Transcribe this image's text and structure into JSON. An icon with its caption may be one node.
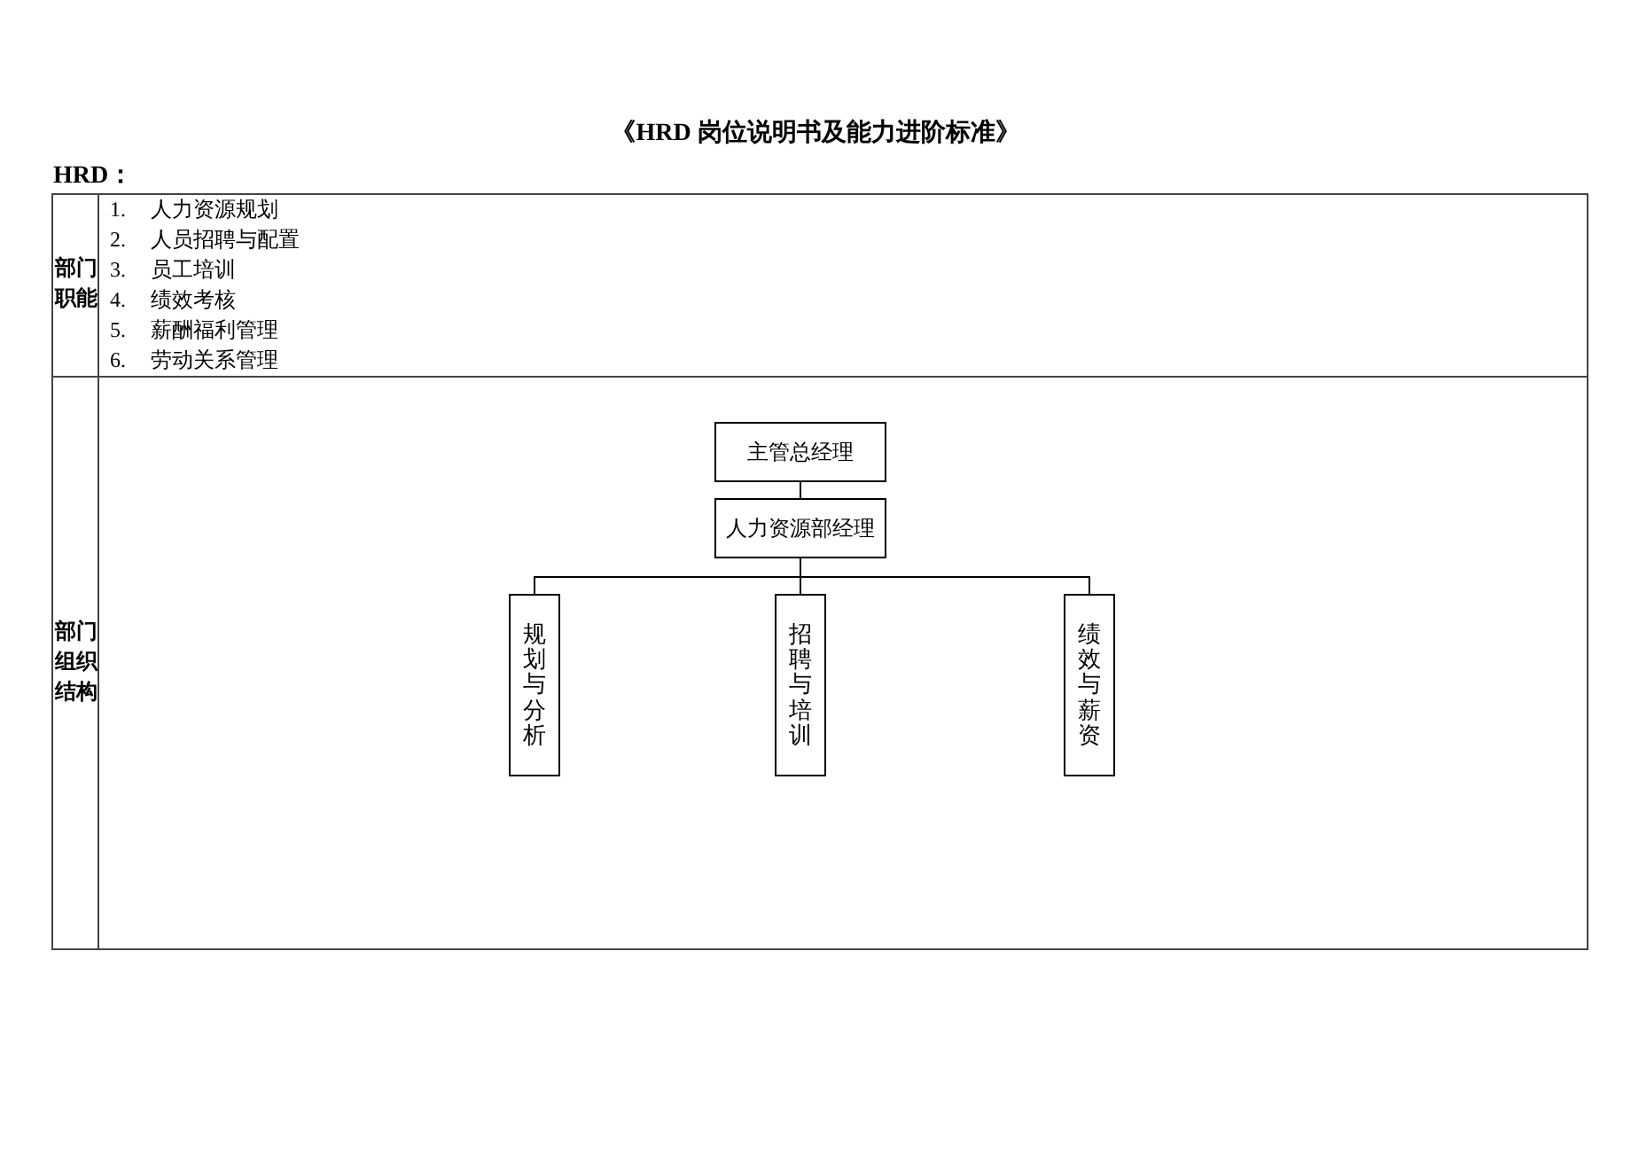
{
  "diagram": {
    "title": "《HRD 岗位说明书及能力进阶标准》",
    "nodes": [
      {
        "text": [
          "主管总经理"
        ]
      },
      {
        "text": [
          "人力资源部经理"
        ]
      },
      {
        "text": [
          "规划与分析"
        ]
      },
      {
        "text": [
          "招聘与培训"
        ]
      },
      {
        "text": [
          "绩效与薪资"
        ]
      }
    ],
    "edges": [
      {
        "from": 0,
        "to": 1,
        "arrow": "none"
      },
      {
        "from": 1,
        "to": 2,
        "arrow": "none"
      },
      {
        "from": 1,
        "to": 3,
        "arrow": "none"
      },
      {
        "from": 1,
        "to": 4,
        "arrow": "none"
      }
    ],
    "labels": [
      "HRD：",
      "部门职能",
      "1.",
      "人力资源规划",
      "2.",
      "人员招聘与配置",
      "3.",
      "员工培训",
      "4.",
      "绩效考核",
      "5.",
      "薪酬福利管理",
      "6.",
      "劳动关系管理",
      "部门组织结构"
    ]
  }
}
